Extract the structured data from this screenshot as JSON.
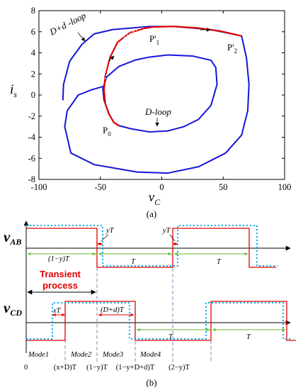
{
  "panel_a": {
    "caption": "(a)",
    "x_label": "v",
    "x_label_sub": "C",
    "y_label": "i",
    "y_label_sub": "s",
    "x_ticks": [
      "-100",
      "-50",
      "0",
      "50",
      "100"
    ],
    "y_ticks": [
      "8",
      "6",
      "4",
      "2",
      "0",
      "-2",
      "-4",
      "-6",
      "-8"
    ],
    "xlim": [
      -100,
      100
    ],
    "ylim": [
      -8,
      8
    ],
    "labels": {
      "dd_loop": "D+d -loop",
      "d_loop": "D-loop",
      "p1": "P'",
      "p1_sub": "1",
      "p2": "P'",
      "p2_sub": "2",
      "p0": "P",
      "p0_sub": "0"
    },
    "curves": {
      "outer_loop": [
        [
          -48,
          0.8
        ],
        [
          -57,
          0.5
        ],
        [
          -68,
          0
        ],
        [
          -77,
          -1.5
        ],
        [
          -79,
          -3
        ],
        [
          -74,
          -5.5
        ],
        [
          -55,
          -6.6
        ],
        [
          -20,
          -7.3
        ],
        [
          5,
          -7.4
        ],
        [
          30,
          -6.8
        ],
        [
          52,
          -5.5
        ],
        [
          65,
          -3.8
        ],
        [
          70,
          -1.5
        ],
        [
          71,
          1
        ],
        [
          69,
          3.5
        ],
        [
          65,
          5.6
        ],
        [
          40,
          6.2
        ],
        [
          10,
          6.5
        ],
        [
          -10,
          6.5
        ],
        [
          -40,
          6.2
        ],
        [
          -55,
          5.8
        ],
        [
          -65,
          4.8
        ],
        [
          -75,
          3.2
        ],
        [
          -80,
          1
        ],
        [
          -80.5,
          -0.5
        ]
      ],
      "inner_loop": [
        [
          -35,
          -2.9
        ],
        [
          -25,
          -3.2
        ],
        [
          -10,
          -3.5
        ],
        [
          5,
          -3.4
        ],
        [
          18,
          -3
        ],
        [
          30,
          -2.3
        ],
        [
          40,
          -1
        ],
        [
          45,
          1
        ],
        [
          44,
          2.6
        ],
        [
          40,
          3.3
        ],
        [
          25,
          3.7
        ],
        [
          5,
          3.8
        ],
        [
          -10,
          3.6
        ],
        [
          -22,
          3.3
        ],
        [
          -35,
          2.7
        ],
        [
          -45,
          1.7
        ],
        [
          -48,
          0.6
        ],
        [
          -47,
          -0.5
        ],
        [
          -43,
          -1.8
        ],
        [
          -39,
          -2.6
        ],
        [
          -35,
          -2.9
        ]
      ],
      "red_segment": [
        [
          -35,
          -2.9
        ],
        [
          -39,
          -2.6
        ],
        [
          -43,
          -1.8
        ],
        [
          -46,
          -0.8
        ],
        [
          -47,
          0.5
        ],
        [
          -46,
          1.8
        ],
        [
          -42,
          3.6
        ],
        [
          -36,
          5
        ],
        [
          -26,
          5.9
        ],
        [
          -15,
          6.3
        ],
        [
          -8,
          6.45
        ],
        [
          10,
          6.5
        ],
        [
          30,
          6.35
        ],
        [
          48,
          6.05
        ],
        [
          65,
          5.6
        ]
      ],
      "dotted_segment": [
        [
          -46,
          1.5
        ],
        [
          -42,
          3.2
        ],
        [
          -36,
          4.7
        ],
        [
          -30,
          5.5
        ],
        [
          -22,
          6.1
        ],
        [
          -15,
          6.4
        ]
      ]
    }
  },
  "panel_b": {
    "caption": "(b)",
    "v_ab_label": "v",
    "v_ab_sub": "AB",
    "v_cd_label": "v",
    "v_cd_sub": "CD",
    "y_t": "yT",
    "one_minus_y_t": "(1−y)T",
    "t": "T",
    "x_t": "xT",
    "d_plus_d_t": "(D+d)T",
    "transient_line1": "Transient",
    "transient_line2": "process",
    "modes": [
      "Mode1",
      "Mode2",
      "Mode3",
      "Mode4"
    ],
    "bottom_labels": [
      "0",
      "(x+D)T",
      "(1−y)T",
      "(1−y+D+d)T",
      "(2−y)T"
    ]
  },
  "colors": {
    "loop": "#1515d8",
    "red": "#e00000",
    "dotted": "#00aaee",
    "green": "#66bb33",
    "dashed": "#8888bb"
  }
}
